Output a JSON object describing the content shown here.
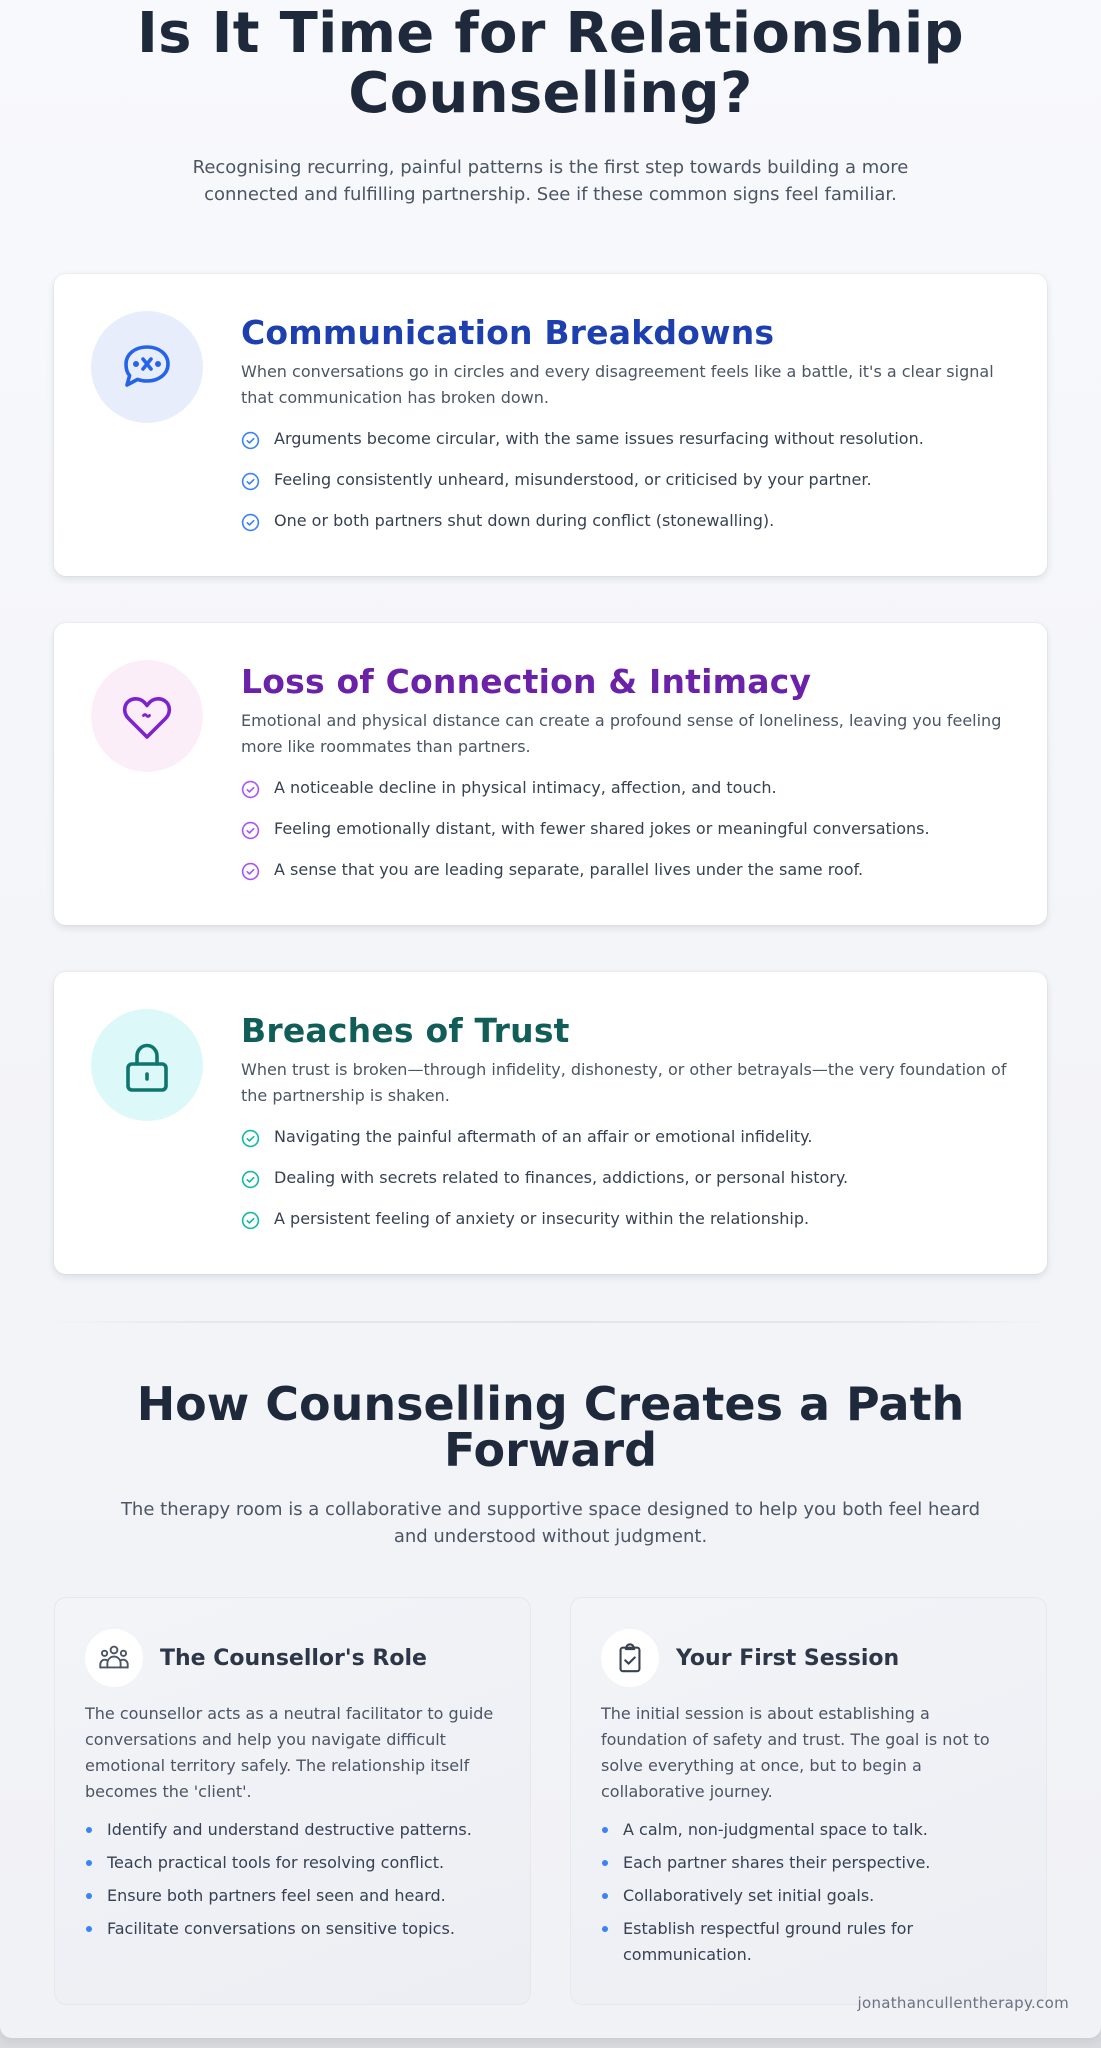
{
  "hero": {
    "title": "Is It Time for Relationship Counselling?",
    "subtitle": "Recognising recurring, painful patterns is the first step towards building a more connected and fulfilling partnership. See if these common signs feel familiar."
  },
  "signs": [
    {
      "icon": "speech-bubble-x-icon",
      "title": "Communication Breakdowns",
      "accent": "#1e40af",
      "icon_color": "#2563eb",
      "icon_bg": "#e8edfb",
      "check_color": "#3b82f6",
      "description": "When conversations go in circles and every disagreement feels like a battle, it's a clear signal that communication has broken down.",
      "items": [
        "Arguments become circular, with the same issues resurfacing without resolution.",
        "Feeling consistently unheard, misunderstood, or criticised by your partner.",
        "One or both partners shut down during conflict (stonewalling)."
      ]
    },
    {
      "icon": "heart-icon",
      "title": "Loss of Connection & Intimacy",
      "accent": "#6b21a8",
      "icon_color": "#7e22ce",
      "icon_bg": "#fbeef8",
      "check_color": "#a855f7",
      "description": "Emotional and physical distance can create a profound sense of loneliness, leaving you feeling more like roommates than partners.",
      "items": [
        "A noticeable decline in physical intimacy, affection, and touch.",
        "Feeling emotionally distant, with fewer shared jokes or meaningful conversations.",
        "A sense that you are leading separate, parallel lives under the same roof."
      ]
    },
    {
      "icon": "padlock-icon",
      "title": "Breaches of Trust",
      "accent": "#115e59",
      "icon_color": "#0f766e",
      "icon_bg": "#dcf8f9",
      "check_color": "#14b8a6",
      "description": "When trust is broken—through infidelity, dishonesty, or other betrayals—the very foundation of the partnership is shaken.",
      "items": [
        "Navigating the painful aftermath of an affair or emotional infidelity.",
        "Dealing with secrets related to finances, addictions, or personal history.",
        "A persistent feeling of anxiety or insecurity within the relationship."
      ]
    }
  ],
  "path": {
    "title": "How Counselling Creates a Path Forward",
    "subtitle": "The therapy room is a collaborative and supportive space designed to help you both feel heard and understood without judgment."
  },
  "columns": [
    {
      "icon": "users-group-icon",
      "title": "The Counsellor's Role",
      "description": "The counsellor acts as a neutral facilitator to guide conversations and help you navigate difficult emotional territory safely. The relationship itself becomes the 'client'.",
      "items": [
        "Identify and understand destructive patterns.",
        "Teach practical tools for resolving conflict.",
        "Ensure both partners feel seen and heard.",
        "Facilitate conversations on sensitive topics."
      ]
    },
    {
      "icon": "clipboard-check-icon",
      "title": "Your First Session",
      "description": "The initial session is about establishing a foundation of safety and trust. The goal is not to solve everything at once, but to begin a collaborative journey.",
      "items": [
        "A calm, non-judgmental space to talk.",
        "Each partner shares their perspective.",
        "Collaboratively set initial goals.",
        "Establish respectful ground rules for communication."
      ]
    }
  ],
  "footer": {
    "url": "jonathancullentherapy.com"
  }
}
